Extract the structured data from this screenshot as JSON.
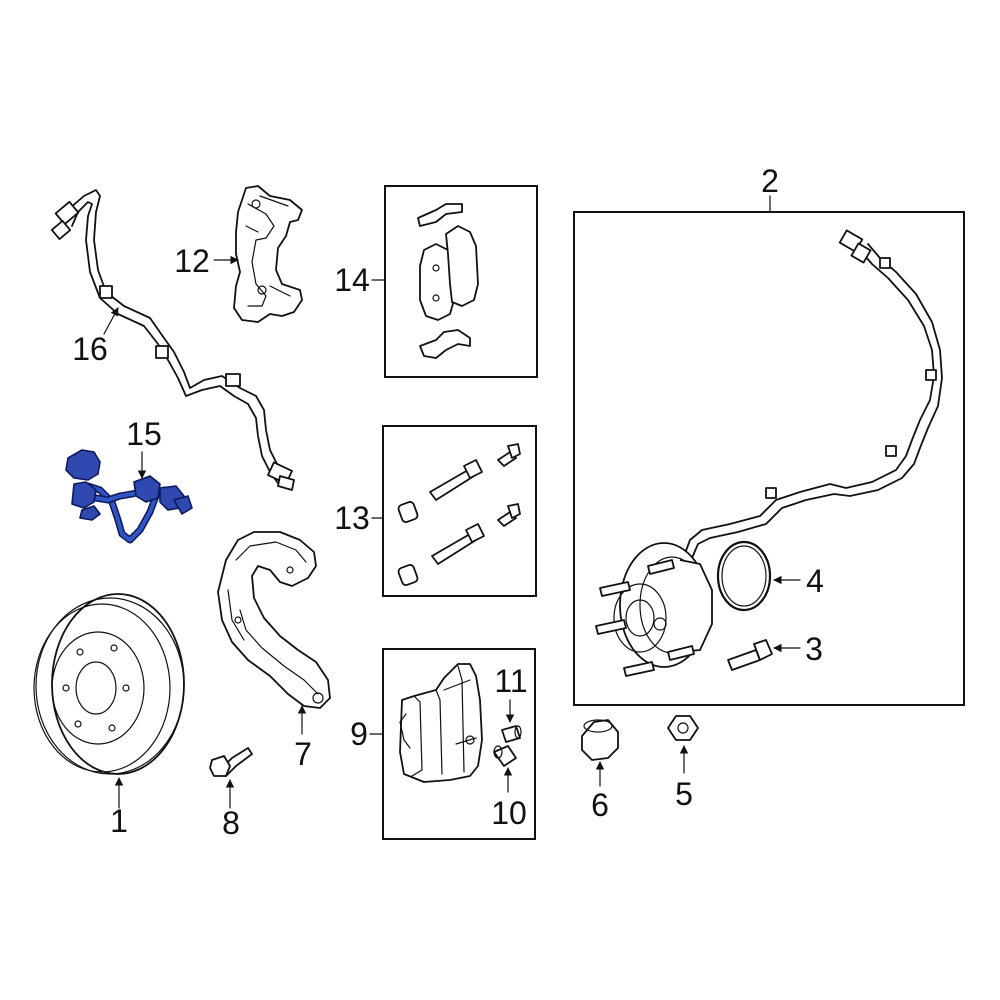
{
  "diagram": {
    "callouts": {
      "c1": "1",
      "c2": "2",
      "c3": "3",
      "c4": "4",
      "c5": "5",
      "c6": "6",
      "c7": "7",
      "c8": "8",
      "c9": "9",
      "c10": "10",
      "c11": "11",
      "c12": "12",
      "c13": "13",
      "c14": "14",
      "c15": "15",
      "c16": "16"
    },
    "highlight_color": "#2f49b0",
    "highlighted_part": "15"
  }
}
